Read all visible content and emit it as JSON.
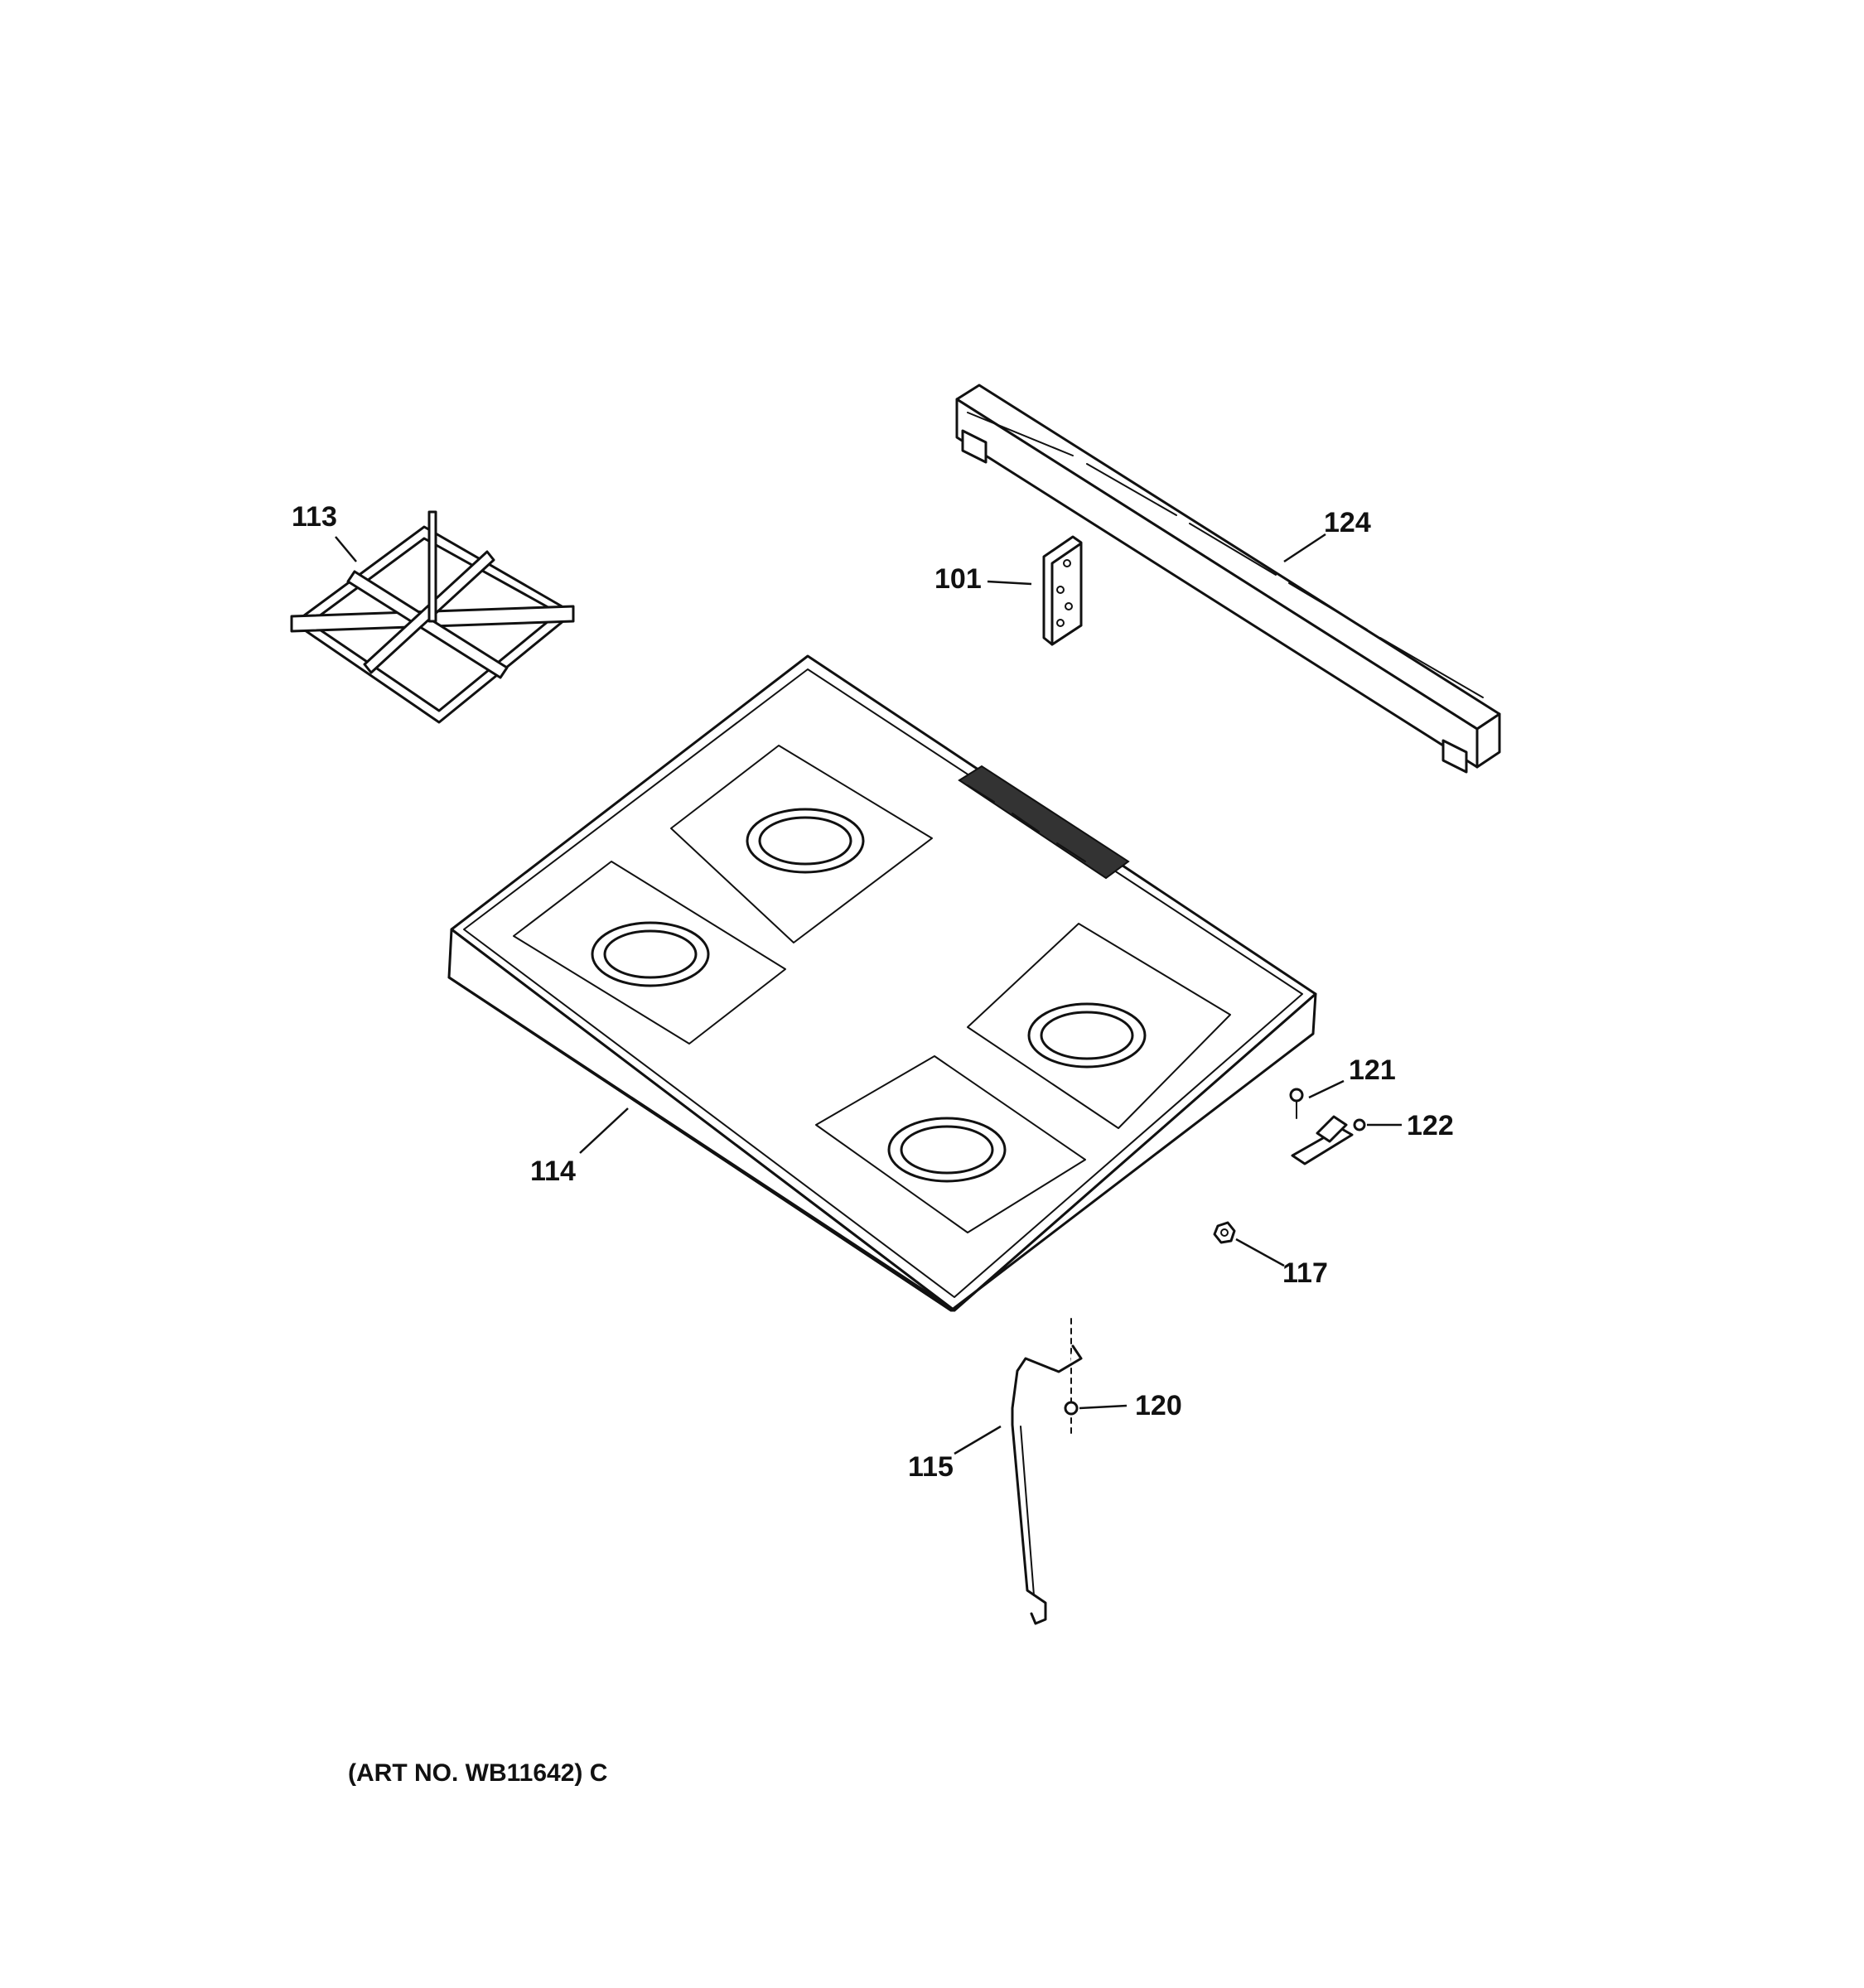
{
  "diagram": {
    "callouts": [
      {
        "id": "113",
        "label": "113"
      },
      {
        "id": "101",
        "label": "101"
      },
      {
        "id": "124",
        "label": "124"
      },
      {
        "id": "114",
        "label": "114"
      },
      {
        "id": "121",
        "label": "121"
      },
      {
        "id": "122",
        "label": "122"
      },
      {
        "id": "117",
        "label": "117"
      },
      {
        "id": "120",
        "label": "120"
      },
      {
        "id": "115",
        "label": "115"
      }
    ],
    "art_number": "(ART NO. WB11642) C"
  }
}
